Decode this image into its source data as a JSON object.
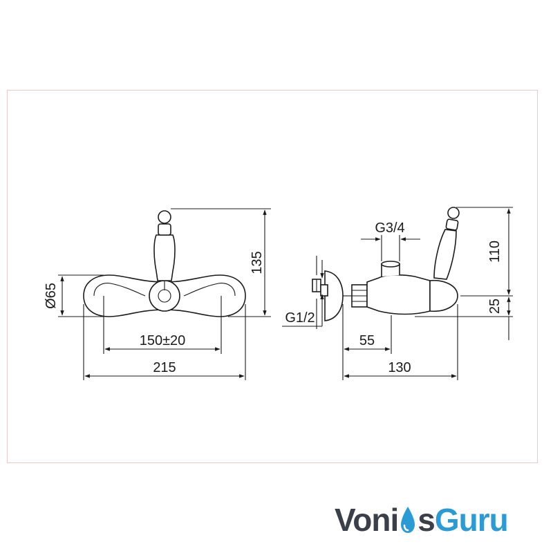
{
  "diagram": {
    "front_view": {
      "dim_height": "135",
      "dim_diameter": "Ø65",
      "dim_center_spacing": "150±20",
      "dim_overall_width": "215"
    },
    "side_view": {
      "dim_outlet_thread": "G3/4",
      "dim_handle_height": "110",
      "dim_inlet_thread": "G1/2",
      "dim_offset": "25",
      "dim_inlet_depth": "55",
      "dim_overall_depth": "130"
    }
  },
  "brand": {
    "part1": "Voni",
    "part2": "s",
    "part3": "Guru",
    "icon": "water-drop-icon",
    "colors": {
      "text": "#3a3f4a",
      "accent": "#2b9bd6"
    }
  }
}
